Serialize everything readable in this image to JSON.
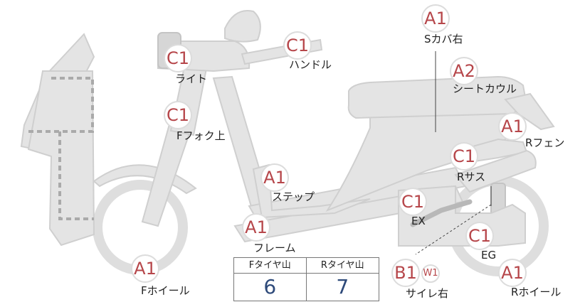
{
  "parts": {
    "s_cover_right": {
      "grade": "A1",
      "label": "Sカバ右"
    },
    "seat_cowl": {
      "grade": "A2",
      "label": "シートカウル"
    },
    "light": {
      "grade": "C1",
      "label": "ライト"
    },
    "handle": {
      "grade": "C1",
      "label": "ハンドル"
    },
    "front_fork_upper": {
      "grade": "C1",
      "label": "Fフォク上"
    },
    "rear_fender": {
      "grade": "A1",
      "label": "Rフェン"
    },
    "rear_suspension": {
      "grade": "C1",
      "label": "Rサス"
    },
    "step": {
      "grade": "A1",
      "label": "ステップ"
    },
    "exhaust": {
      "grade": "C1",
      "label": "EX"
    },
    "frame": {
      "grade": "A1",
      "label": "フレーム"
    },
    "engine": {
      "grade": "C1",
      "label": "EG"
    },
    "front_wheel": {
      "grade": "A1",
      "label": "Fホイール"
    },
    "muffler_right": {
      "grade": "B1",
      "sub_grade": "W1",
      "label": "サイレ右"
    },
    "rear_wheel": {
      "grade": "A1",
      "label": "Rホイール"
    }
  },
  "tire_tread": {
    "front_header": "Fタイヤ山",
    "rear_header": "Rタイヤ山",
    "front_value": "6",
    "rear_value": "7"
  }
}
